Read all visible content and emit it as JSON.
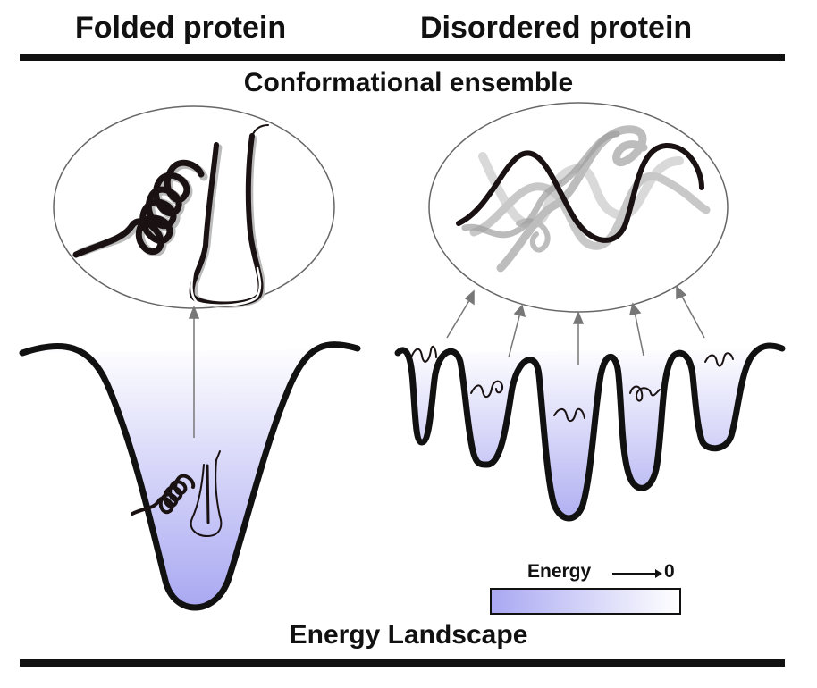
{
  "headers": {
    "folded": "Folded protein",
    "disordered": "Disordered protein",
    "ensemble": "Conformational ensemble",
    "landscape": "Energy Landscape"
  },
  "legend": {
    "energy": "Energy",
    "zero": "0",
    "gradient_colors": [
      "#a9a8f2",
      "#ffffff"
    ]
  }
}
